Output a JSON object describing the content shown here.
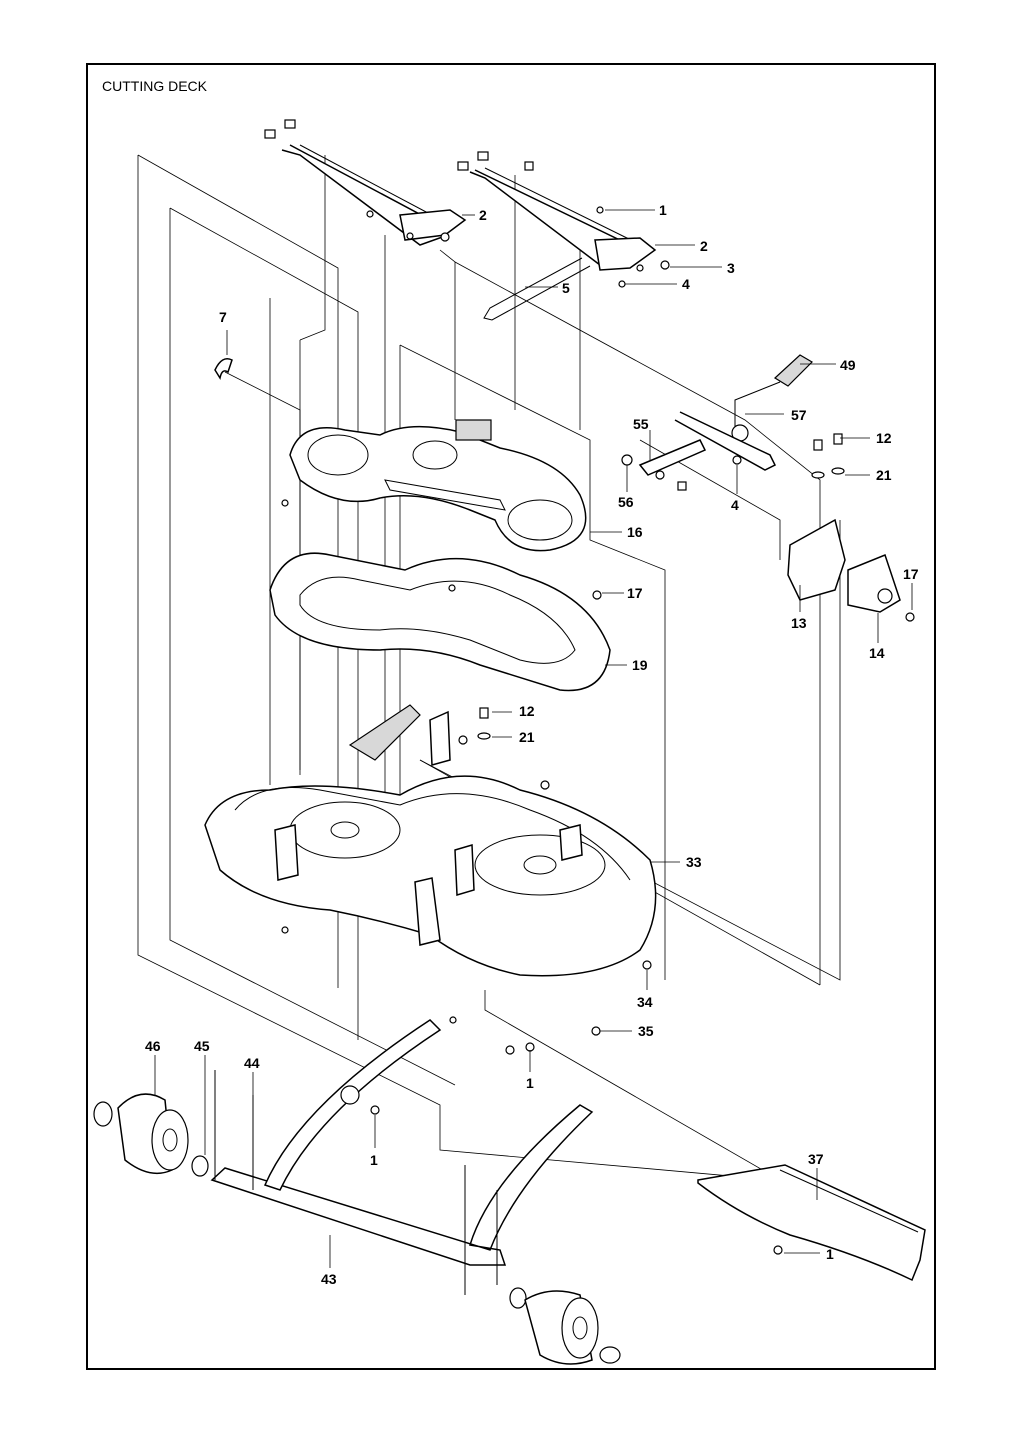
{
  "title": "CUTTING DECK",
  "callouts": [
    {
      "id": "c-1a",
      "text": "1"
    },
    {
      "id": "c-2a",
      "text": "2"
    },
    {
      "id": "c-2b",
      "text": "2"
    },
    {
      "id": "c-3",
      "text": "3"
    },
    {
      "id": "c-4a",
      "text": "4"
    },
    {
      "id": "c-5",
      "text": "5"
    },
    {
      "id": "c-7",
      "text": "7"
    },
    {
      "id": "c-49",
      "text": "49"
    },
    {
      "id": "c-57",
      "text": "57"
    },
    {
      "id": "c-55",
      "text": "55"
    },
    {
      "id": "c-12a",
      "text": "12"
    },
    {
      "id": "c-21a",
      "text": "21"
    },
    {
      "id": "c-56",
      "text": "56"
    },
    {
      "id": "c-4b",
      "text": "4"
    },
    {
      "id": "c-16",
      "text": "16"
    },
    {
      "id": "c-17a",
      "text": "17"
    },
    {
      "id": "c-17b",
      "text": "17"
    },
    {
      "id": "c-13",
      "text": "13"
    },
    {
      "id": "c-14",
      "text": "14"
    },
    {
      "id": "c-19",
      "text": "19"
    },
    {
      "id": "c-12b",
      "text": "12"
    },
    {
      "id": "c-21b",
      "text": "21"
    },
    {
      "id": "c-33",
      "text": "33"
    },
    {
      "id": "c-34",
      "text": "34"
    },
    {
      "id": "c-35",
      "text": "35"
    },
    {
      "id": "c-1b",
      "text": "1"
    },
    {
      "id": "c-46",
      "text": "46"
    },
    {
      "id": "c-45",
      "text": "45"
    },
    {
      "id": "c-44",
      "text": "44"
    },
    {
      "id": "c-1c",
      "text": "1"
    },
    {
      "id": "c-37",
      "text": "37"
    },
    {
      "id": "c-1d",
      "text": "1"
    },
    {
      "id": "c-43",
      "text": "43"
    }
  ]
}
